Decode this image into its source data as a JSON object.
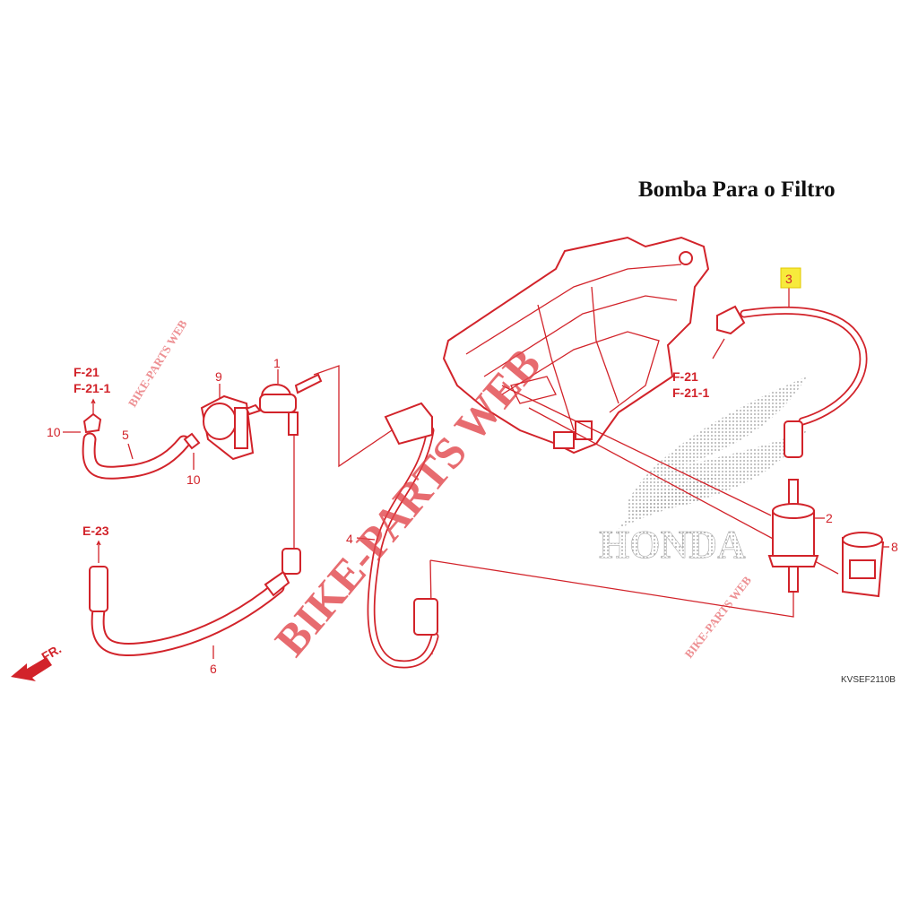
{
  "title": "Bomba Para o Filtro",
  "callouts": {
    "part_1": "1",
    "part_2": "2",
    "part_3": "3",
    "part_4": "4",
    "part_5": "5",
    "part_6": "6",
    "part_8": "8",
    "part_9": "9",
    "part_10a": "10",
    "part_10b": "10"
  },
  "references": {
    "left_ref_1": "F-21",
    "left_ref_2": "F-21-1",
    "right_ref_1": "F-21",
    "right_ref_2": "F-21-1",
    "bottom_ref": "E-23"
  },
  "front_marker": "FR.",
  "diagram_code": "KVSEF2110B",
  "watermarks": {
    "main": "BIKE-PARTS WEB",
    "small_left": "BIKE-PARTS WEB",
    "small_right": "BIKE-PARTS WEB"
  },
  "logo": "HONDA",
  "colors": {
    "line": "#d2232a",
    "highlight": "#f7ea3c",
    "title": "#111111"
  }
}
